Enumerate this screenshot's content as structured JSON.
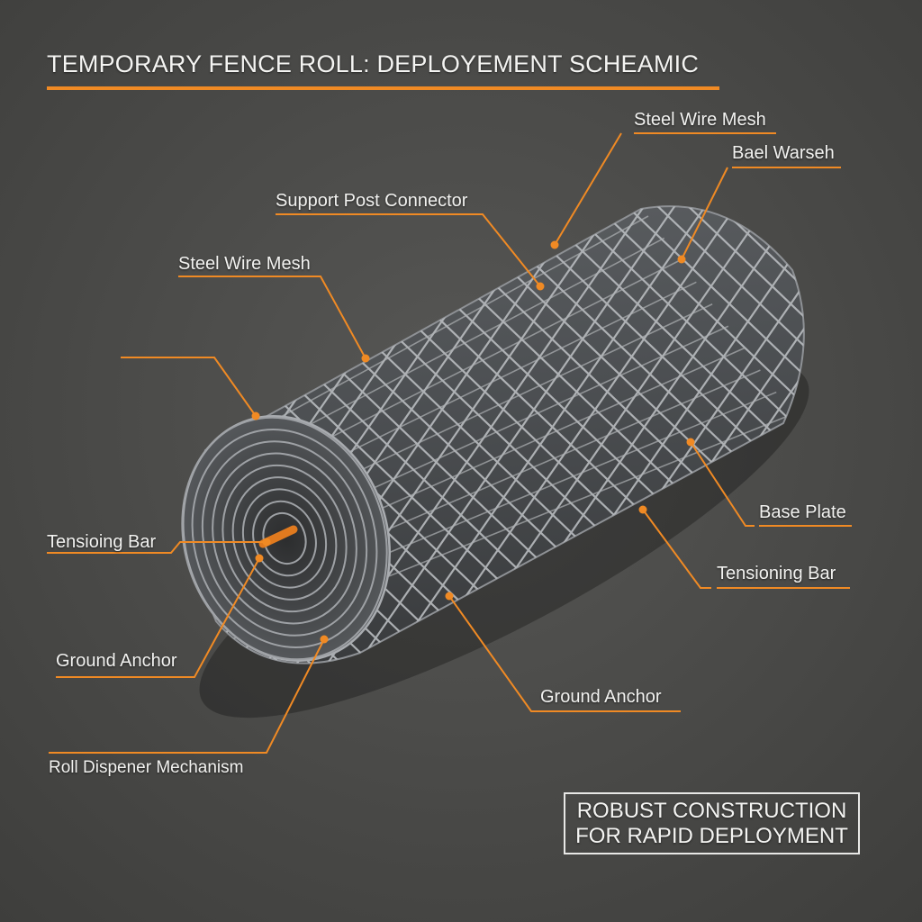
{
  "title": "TEMPORARY FENCE ROLL: DEPLOYEMENT SCHEAMIC",
  "labels": {
    "steel_wire_mesh_top": "Steel Wire Mesh",
    "bael_warseh": "Bael Warseh",
    "support_post_connector": "Support Post Connector",
    "steel_wire_mesh_left": "Steel Wire Mesh",
    "tensioning_bar_left": "Tensioing Bar",
    "ground_anchor_left": "Ground Anchor",
    "roll_dispenser_mechanism": "Roll Dispener Mechanism",
    "base_plate": "Base Plate",
    "tensioning_bar_right": "Tensioning Bar",
    "ground_anchor_right": "Ground Anchor"
  },
  "badge": {
    "line1": "ROBUST CONSTRUCTION",
    "line2": "FOR RAPID DEPLOYMENT"
  },
  "colors": {
    "accent": "#f08a24",
    "ground": "#4a4a48",
    "mesh": "#b9bcbf",
    "text": "#f2f2f0"
  }
}
